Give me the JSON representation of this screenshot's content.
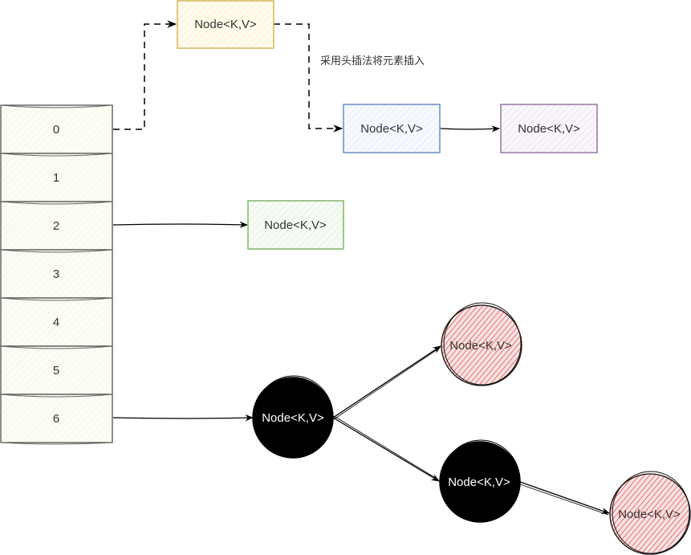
{
  "diagram": {
    "type": "hashmap-structure",
    "bucket_array": {
      "indices": [
        "0",
        "1",
        "2",
        "3",
        "4",
        "5",
        "6"
      ]
    },
    "note": "采用头插法将元素插入",
    "nodes": {
      "yellow_node": {
        "label": "Node<K,V>",
        "stroke": "#d6b656",
        "fill": "#fff2cc"
      },
      "blue_node": {
        "label": "Node<K,V>",
        "stroke": "#6c8ebf",
        "fill": "#dae8fc"
      },
      "purple_node": {
        "label": "Node<K,V>",
        "stroke": "#9673a6",
        "fill": "#e1d5e7"
      },
      "green_node": {
        "label": "Node<K,V>",
        "stroke": "#82b366",
        "fill": "#d5e8d4"
      },
      "black_root": {
        "label": "Node<K,V>",
        "fill": "#000000"
      },
      "red_child_1": {
        "label": "Node<K,V>",
        "fill": "#f8cecc",
        "hatch": "#e06666"
      },
      "black_child": {
        "label": "Node<K,V>",
        "fill": "#000000"
      },
      "red_child_2": {
        "label": "Node<K,V>",
        "fill": "#f8cecc",
        "hatch": "#e06666"
      }
    },
    "edges": [
      {
        "from": "bucket-0",
        "to": "yellow_node",
        "style": "dashed"
      },
      {
        "from": "yellow_node",
        "to": "blue_node",
        "style": "dashed"
      },
      {
        "from": "blue_node",
        "to": "purple_node",
        "style": "solid"
      },
      {
        "from": "bucket-2",
        "to": "green_node",
        "style": "solid"
      },
      {
        "from": "bucket-6",
        "to": "black_root",
        "style": "solid"
      },
      {
        "from": "black_root",
        "to": "red_child_1",
        "style": "solid"
      },
      {
        "from": "black_root",
        "to": "black_child",
        "style": "solid"
      },
      {
        "from": "black_child",
        "to": "red_child_2",
        "style": "solid"
      }
    ]
  }
}
